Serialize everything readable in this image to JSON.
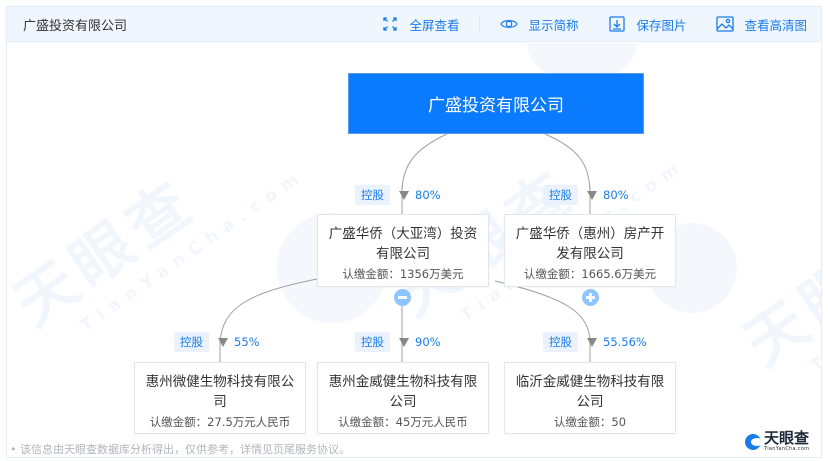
{
  "header": {
    "title": "广盛投资有限公司",
    "tools": [
      {
        "label": "全屏查看",
        "icon": "fullscreen-icon"
      },
      {
        "label": "显示简称",
        "icon": "eye-icon"
      },
      {
        "label": "保存图片",
        "icon": "download-icon"
      },
      {
        "label": "查看高清图",
        "icon": "image-icon"
      }
    ]
  },
  "watermark": {
    "brand": "天眼查",
    "domain": "TianYanCha.com"
  },
  "tree": {
    "root": {
      "name": "广盛投资有限公司"
    },
    "level1": [
      {
        "relation": "控股",
        "percent": "80%",
        "name": "广盛华侨（大亚湾）投资有限公司",
        "amount": "认缴金额：1356万美元",
        "toggle": "collapse"
      },
      {
        "relation": "控股",
        "percent": "80%",
        "name": "广盛华侨（惠州）房产开发有限公司",
        "amount": "认缴金额：1665.6万美元",
        "toggle": "expand"
      }
    ],
    "level2": [
      {
        "relation": "控股",
        "percent": "55%",
        "name": "惠州微健生物科技有限公司",
        "amount": "认缴金额：27.5万元人民币"
      },
      {
        "relation": "控股",
        "percent": "90%",
        "name": "惠州金威健生物科技有限公司",
        "amount": "认缴金额：45万元人民币"
      },
      {
        "relation": "控股",
        "percent": "55.56%",
        "name": "临沂金威健生物科技有限公司",
        "amount": "认缴金额：50"
      }
    ]
  },
  "footer": {
    "note": "• 该信息由天眼查数据库分析得出，仅供参考，详情见页尾服务协议。",
    "logo_text": "天眼查",
    "logo_sub": "TianYanCha.com"
  },
  "colors": {
    "accent": "#1a7ce8",
    "root_bg": "#0a7aff",
    "header_bg": "#f0f6fd"
  }
}
